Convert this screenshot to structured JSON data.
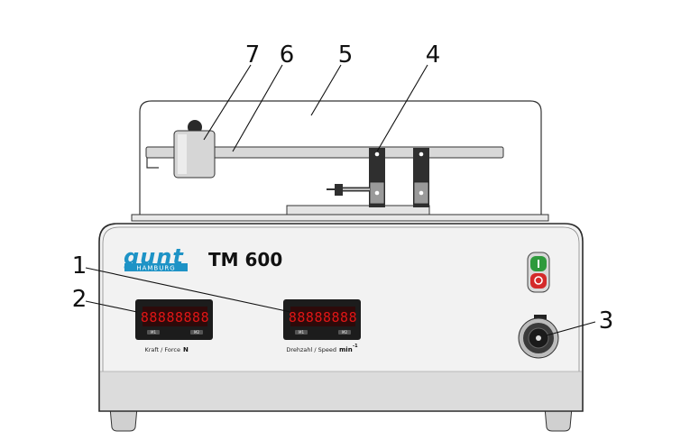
{
  "brand": {
    "logo_text": "gunt",
    "logo_subtext": "HAMBURG",
    "color": "#1e93c6"
  },
  "model": "TM 600",
  "callouts": [
    "1",
    "2",
    "3",
    "4",
    "5",
    "6",
    "7"
  ],
  "displays": [
    {
      "reading": "88888888",
      "left_button": "M1",
      "right_button": "M2",
      "label": "Kraft / Force",
      "unit": "N",
      "unit_sup": ""
    },
    {
      "reading": "88888888",
      "left_button": "M1",
      "right_button": "M2",
      "label": "Drehzahl / Speed",
      "unit": "min",
      "unit_sup": "-1"
    }
  ],
  "colors": {
    "housing": "#f2f2f2",
    "base": "#dcdcdc",
    "display_bezel": "#1c1c1c",
    "lcd_text": "#e01616",
    "start_button": "#2e9a3c",
    "stop_button": "#d42a2a"
  },
  "icons": [
    "start-stop-switch-icon",
    "potentiometer-knob-icon"
  ]
}
